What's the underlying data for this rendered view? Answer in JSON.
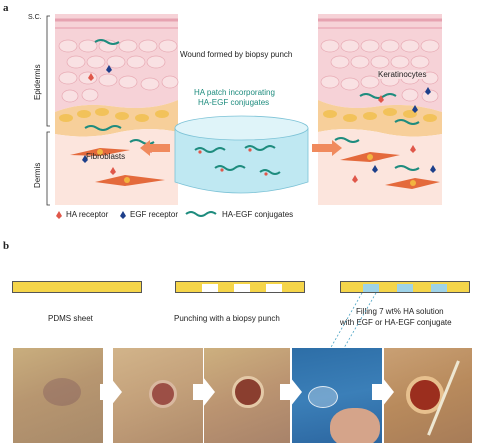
{
  "panel_a": {
    "label": "a",
    "sc_label": "S.C.",
    "epidermis_label": "Epidermis",
    "dermis_label": "Dermis",
    "wound_label": "Wound formed by biopsy punch",
    "patch_label_line1": "HA patch incorporating",
    "patch_label_line2": "HA-EGF conjugates",
    "keratinocytes_label": "Keratinocytes",
    "fibroblasts_label": "Fibroblasts",
    "legend": {
      "ha_receptor": "HA receptor",
      "egf_receptor": "EGF receptor",
      "conjugates": "HA-EGF conjugates"
    },
    "colors": {
      "teal": "#1e8c7e",
      "ha_receptor": "#e0574a",
      "egf_receptor": "#1d3f8a",
      "arrow": "#f08a5d",
      "patch": "#bfe8f2"
    }
  },
  "panel_b": {
    "label": "b",
    "step1": "PDMS sheet",
    "step2": "Punching with a biopsy punch",
    "step3_line1": "Filling 7 wt% HA solution",
    "step3_line2": "with EGF or HA-EGF conjugate",
    "colors": {
      "sheet": "#f5d54a",
      "fill": "#9fd3e8"
    }
  }
}
